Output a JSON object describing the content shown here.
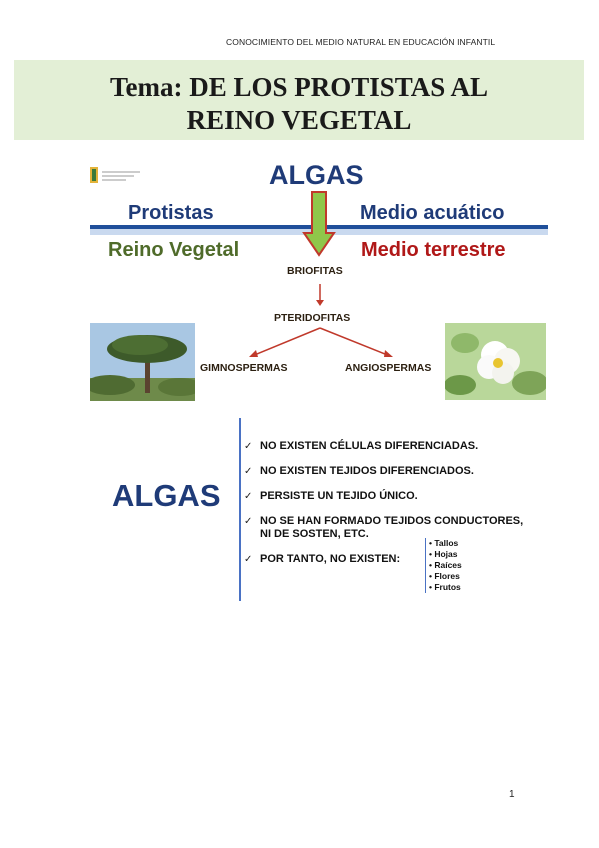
{
  "header": {
    "text": "CONOCIMIENTO DEL MEDIO NATURAL EN EDUCACIÓN INFANTIL"
  },
  "title": {
    "line1": "Tema: DE LOS PROTISTAS AL",
    "line2": "REINO VEGETAL"
  },
  "diagram": {
    "algas": "ALGAS",
    "protistas": "Protistas",
    "medio_acuatico": "Medio acuático",
    "reino_vegetal": "Reino Vegetal",
    "medio_terrestre": "Medio terrestre",
    "briofitas": "BRIOFITAS",
    "pteridofitas": "PTERIDOFITAS",
    "gimnospermas": "GIMNOSPERMAS",
    "angiospermas": "ANGIOSPERMAS",
    "colors": {
      "blue": "#1f3b78",
      "green": "#4f6b2a",
      "red": "#b01818",
      "arrow_fill": "#8fc74a",
      "arrow_stroke": "#c0392b"
    }
  },
  "algas_section": {
    "heading": "ALGAS",
    "items": [
      "NO EXISTEN CÉLULAS DIFERENCIADAS.",
      "NO EXISTEN TEJIDOS DIFERENCIADOS.",
      "PERSISTE UN TEJIDO ÚNICO.",
      "NO SE HAN FORMADO TEJIDOS CONDUCTORES,",
      "NI DE SOSTEN, ETC.",
      "POR TANTO, NO EXISTEN:"
    ],
    "check_icon": "✓",
    "subitems": [
      "• Tallos",
      "• Hojas",
      "• Raíces",
      "• Flores",
      "• Frutos"
    ]
  },
  "footer": {
    "page_number": "1"
  }
}
